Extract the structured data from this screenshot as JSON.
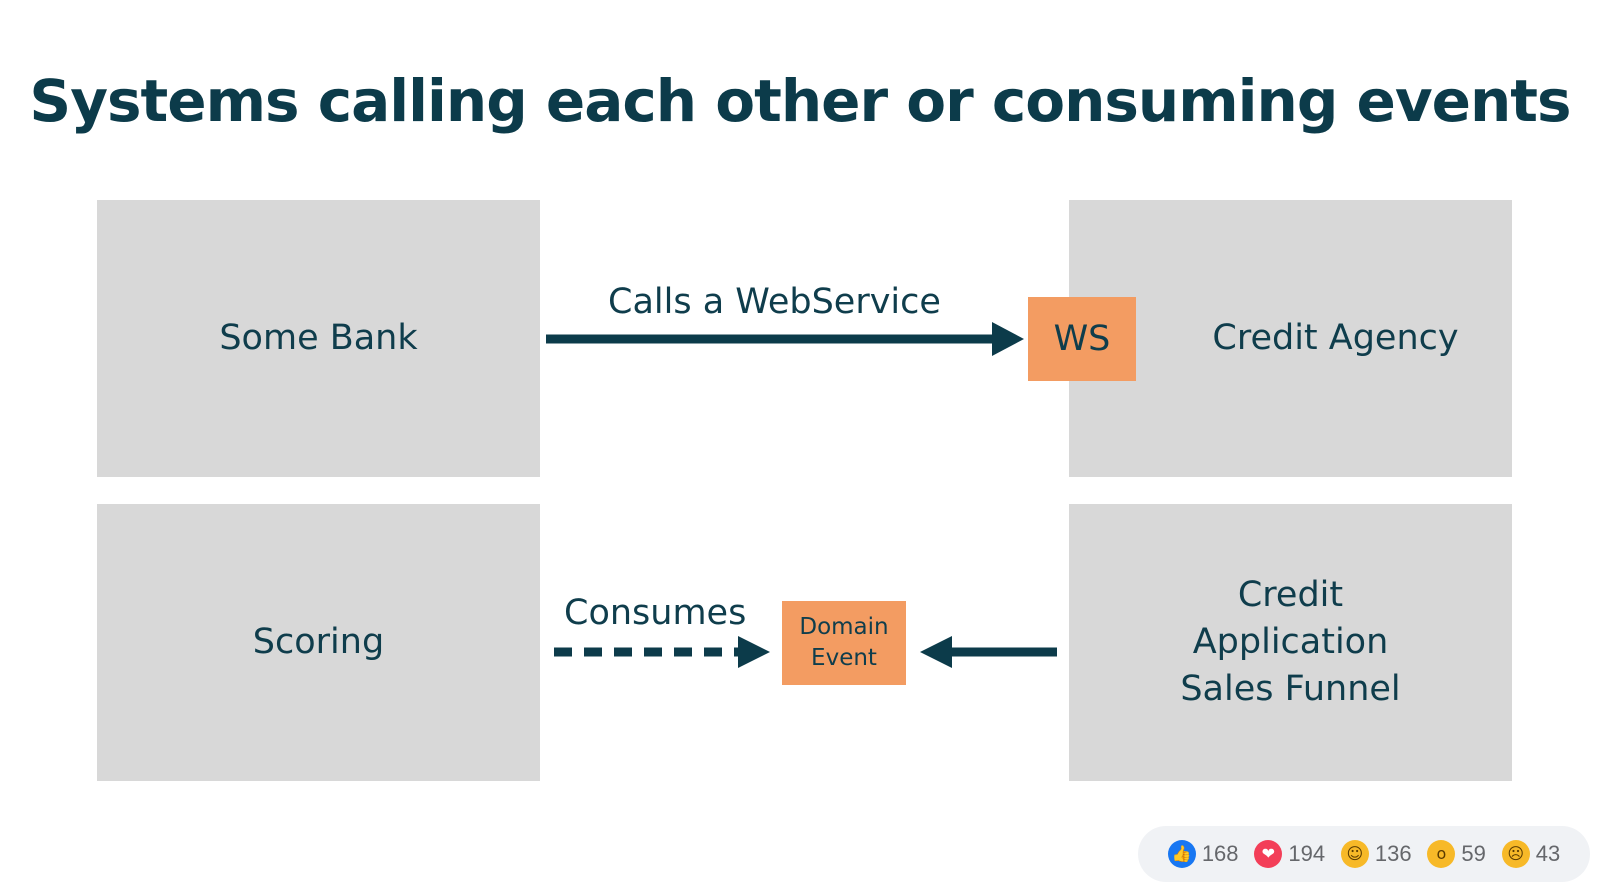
{
  "slide": {
    "title": "Systems calling each other or consuming events"
  },
  "systems": {
    "some_bank": "Some Bank",
    "credit_agency": "Credit Agency",
    "scoring": "Scoring",
    "funnel_lines": [
      "Credit",
      "Application",
      "Sales Funnel"
    ]
  },
  "interfaces": {
    "ws": "WS",
    "domain_event_lines": [
      "Domain",
      "Event"
    ]
  },
  "edges": {
    "calls": "Calls a WebService",
    "consumes": "Consumes"
  },
  "colors": {
    "box_gray": "#d8d8d8",
    "accent_orange": "#f39c62",
    "dark_teal": "#0c3b4a"
  },
  "reactions": [
    {
      "kind": "like",
      "icon": "thumbs-up-icon",
      "count": "168"
    },
    {
      "kind": "love",
      "icon": "heart-icon",
      "count": "194"
    },
    {
      "kind": "haha",
      "icon": "laughing-face-icon",
      "count": "136"
    },
    {
      "kind": "wow",
      "icon": "surprised-face-icon",
      "count": "59"
    },
    {
      "kind": "sad",
      "icon": "sad-face-icon",
      "count": "43"
    }
  ]
}
